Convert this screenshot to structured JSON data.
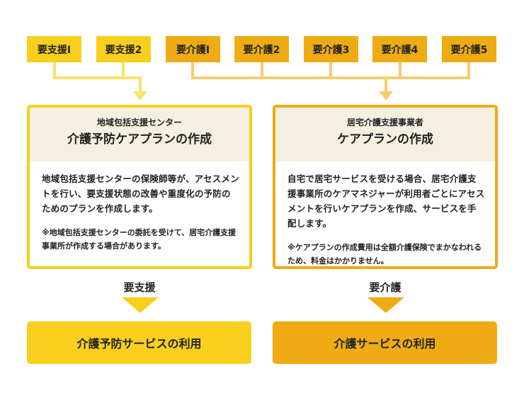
{
  "levels": [
    {
      "label": "要支援Ⅰ",
      "group": "shien"
    },
    {
      "label": "要支援2",
      "group": "shien"
    },
    {
      "label": "要介護Ⅰ",
      "group": "kaigo"
    },
    {
      "label": "要介護2",
      "group": "kaigo"
    },
    {
      "label": "要介護3",
      "group": "kaigo"
    },
    {
      "label": "要介護4",
      "group": "kaigo"
    },
    {
      "label": "要介護5",
      "group": "kaigo"
    }
  ],
  "left_card": {
    "org": "地域包括支援センター",
    "plan": "介護予防ケアプランの作成",
    "desc": "地域包括支援センターの保険師等が、アセスメントを行い、要支援状態の改善や重度化の予防のためのプランを作成します。",
    "note": "※地域包括支援センターの委託を受けて、居宅介護支援事業所が作成する場合があります。"
  },
  "right_card": {
    "org": "居宅介護支援事業者",
    "plan": "ケアプランの作成",
    "desc": "自宅で居宅サービスを受ける場合、居宅介護支援事業所のケアマネジャーが利用者ごとにアセスメントを行いケアプランを作成、サービスを手配します。",
    "note": "※ケアプランの作成費用は全額介護保険でまかなわれるため、料金はかかりません。"
  },
  "left_outcome": {
    "requirement": "要支援",
    "service": "介護予防サービスの利用"
  },
  "right_outcome": {
    "requirement": "要介護",
    "service": "介護サービスの利用"
  },
  "colors": {
    "shien": "#f7cf1c",
    "kaigo": "#eeab13",
    "shien_line": "#f9e26a",
    "kaigo_line": "#f3cd72"
  }
}
